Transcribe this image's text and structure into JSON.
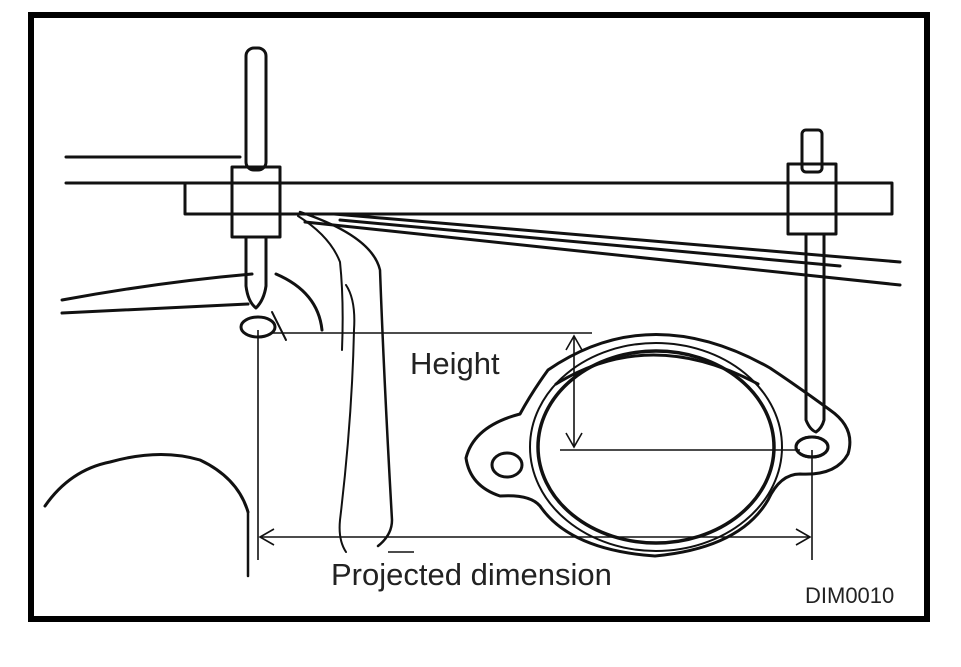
{
  "labels": {
    "height": "Height",
    "projected": "Projected dimension",
    "code": "DIM0010"
  },
  "colors": {
    "line": "#111111",
    "frame": "#000000",
    "background": "#ffffff"
  }
}
